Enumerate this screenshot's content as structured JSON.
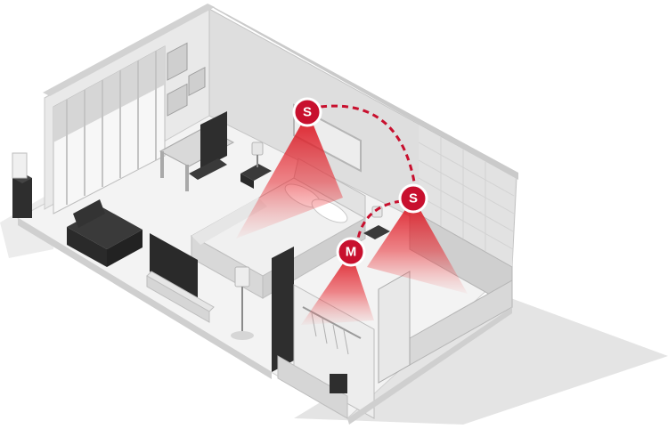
{
  "diagram": {
    "sensors": [
      {
        "id": "sensor-1",
        "label": "S",
        "type": "secondary"
      },
      {
        "id": "sensor-2",
        "label": "S",
        "type": "secondary"
      },
      {
        "id": "sensor-3",
        "label": "M",
        "type": "master"
      }
    ],
    "colors": {
      "accent": "#c8102e",
      "cone_inner": "#e3212b",
      "link": "#c8102e",
      "floor": "#f4f4f4",
      "wall": "#dcdcdc",
      "wall_dark": "#bdbdbd",
      "shadow": "#e6e6e6",
      "furniture_dark": "#2e2e2e"
    }
  }
}
